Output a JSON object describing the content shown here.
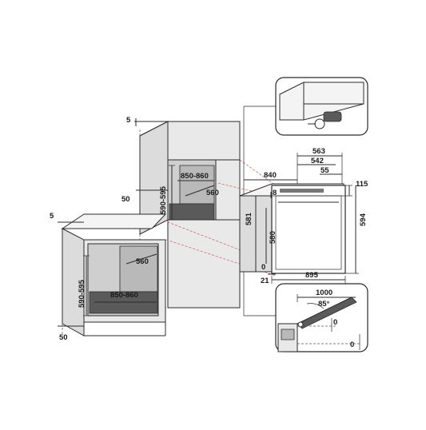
{
  "diagram": {
    "upper_cabinet": {
      "panel_5": "5",
      "panel_50": "50",
      "height": "590-595",
      "width": "850-860",
      "depth": "560"
    },
    "lower_cabinet": {
      "panel_5": "5",
      "panel_50": "50",
      "height": "590-595",
      "width": "850-860",
      "depth": "560"
    },
    "oven": {
      "depth_total": "563",
      "depth_body": "542",
      "depth_front": "55",
      "width_body": "840",
      "panel_top": "115",
      "front_height": "594",
      "gap_8": "8",
      "body_height": "581",
      "inner_height": "580",
      "front_width": "895",
      "offset_0": "0",
      "offset_21": "21"
    },
    "door_inset": {
      "clearance": "1000",
      "angle": "85°",
      "gap_a": "0",
      "gap_b": "0"
    }
  }
}
